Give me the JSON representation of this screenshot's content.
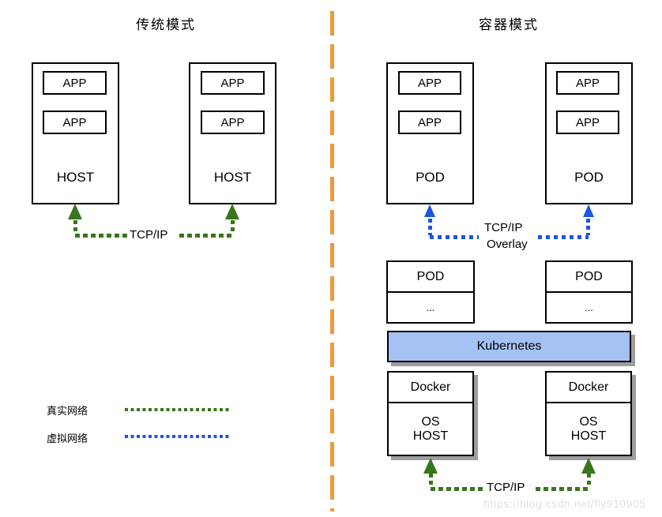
{
  "left_panel": {
    "title": "传统模式",
    "hosts": [
      {
        "label": "HOST",
        "apps": [
          "APP",
          "APP"
        ]
      },
      {
        "label": "HOST",
        "apps": [
          "APP",
          "APP"
        ]
      }
    ],
    "link_label": "TCP/IP"
  },
  "right_panel": {
    "title": "容器模式",
    "pods": [
      {
        "label": "POD",
        "apps": [
          "APP",
          "APP"
        ]
      },
      {
        "label": "POD",
        "apps": [
          "APP",
          "APP"
        ]
      }
    ],
    "overlay_link": {
      "line1": "TCP/IP",
      "line2": "Overlay"
    },
    "pod_stubs": [
      {
        "label": "POD",
        "ellipsis": "..."
      },
      {
        "label": "POD",
        "ellipsis": "..."
      }
    ],
    "platform": {
      "label": "Kubernetes"
    },
    "nodes": [
      {
        "runtime": "Docker",
        "os_line1": "OS",
        "os_line2": "HOST"
      },
      {
        "runtime": "Docker",
        "os_line1": "OS",
        "os_line2": "HOST"
      }
    ],
    "link_label": "TCP/IP"
  },
  "legend": {
    "items": [
      {
        "label": "真实网络",
        "color": "#38761D"
      },
      {
        "label": "虚拟网络",
        "color": "#1C55E0"
      }
    ]
  },
  "watermark": "https://blog.csdn.net/fly910905",
  "colors": {
    "real_network_green": "#38761D",
    "virtual_network_blue": "#1C55E0",
    "divider_orange": "#EC9B3E",
    "platform_fill": "#A4C2F4",
    "box_border": "#000000",
    "shadow_gray": "#9E9E9E",
    "watermark_gray": "#E2E2E2"
  }
}
